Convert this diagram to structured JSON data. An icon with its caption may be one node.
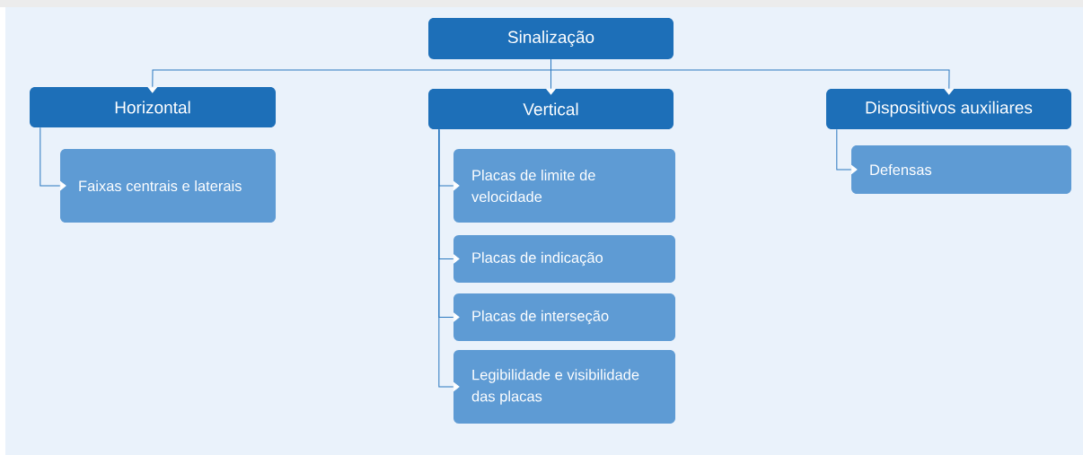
{
  "diagram": {
    "nodes": [
      {
        "text": [
          "Sinalização"
        ]
      },
      {
        "text": [
          "Horizontal"
        ]
      },
      {
        "text": [
          "Vertical"
        ]
      },
      {
        "text": [
          "Dispositivos auxiliares"
        ]
      },
      {
        "text": [
          "Faixas centrais e laterais"
        ]
      },
      {
        "text": [
          "Placas de limite de velocidade"
        ]
      },
      {
        "text": [
          "Placas de indicação"
        ]
      },
      {
        "text": [
          "Placas de interseção"
        ]
      },
      {
        "text": [
          "Legibilidade e visibilidade das placas"
        ]
      },
      {
        "text": [
          "Defensas"
        ]
      }
    ],
    "edges": [
      {
        "from": 0,
        "to": 1,
        "arrow": "to"
      },
      {
        "from": 0,
        "to": 2,
        "arrow": "to"
      },
      {
        "from": 0,
        "to": 3,
        "arrow": "to"
      },
      {
        "from": 1,
        "to": 4,
        "arrow": "to"
      },
      {
        "from": 2,
        "to": 5,
        "arrow": "to"
      },
      {
        "from": 2,
        "to": 6,
        "arrow": "to"
      },
      {
        "from": 2,
        "to": 7,
        "arrow": "to"
      },
      {
        "from": 2,
        "to": 8,
        "arrow": "to"
      },
      {
        "from": 3,
        "to": 9,
        "arrow": "to"
      }
    ]
  }
}
